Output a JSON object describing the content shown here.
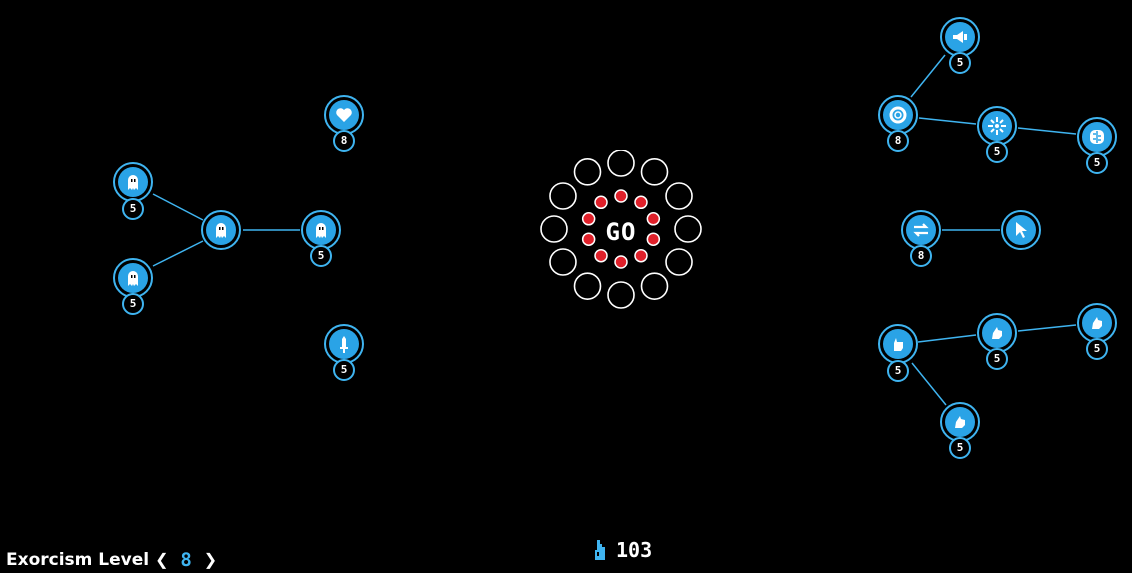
{
  "colors": {
    "accent": "#3fb4f0",
    "node_fill": "#2aa3e6",
    "background": "#000000",
    "slot_red": "#e0202a"
  },
  "go_button": {
    "label": "GO",
    "outer_slots": 12,
    "inner_slots": 10
  },
  "footer": {
    "level_label": "Exorcism Level",
    "prev_arrow": "❮",
    "level_value": "8",
    "next_arrow": "❯"
  },
  "currency": {
    "icon": "water-drop-icon",
    "amount": "103"
  },
  "skill_nodes": [
    {
      "id": "ghost-left-top",
      "icon": "ghost-icon",
      "cost": "5"
    },
    {
      "id": "ghost-left-bottom",
      "icon": "ghost-icon",
      "cost": "5"
    },
    {
      "id": "ghost-center",
      "icon": "ghost-icon",
      "cost": ""
    },
    {
      "id": "ghost-right",
      "icon": "ghost-icon",
      "cost": "5"
    },
    {
      "id": "heart",
      "icon": "heart-icon",
      "cost": "8"
    },
    {
      "id": "dagger",
      "icon": "dagger-icon",
      "cost": "5"
    },
    {
      "id": "megaphone",
      "icon": "megaphone-icon",
      "cost": "5"
    },
    {
      "id": "ring",
      "icon": "ring-icon",
      "cost": "8"
    },
    {
      "id": "burst",
      "icon": "burst-icon",
      "cost": "5"
    },
    {
      "id": "brain",
      "icon": "brain-icon",
      "cost": "5"
    },
    {
      "id": "swap",
      "icon": "swap-arrows-icon",
      "cost": "8"
    },
    {
      "id": "cursor",
      "icon": "cursor-icon",
      "cost": ""
    },
    {
      "id": "hand-left",
      "icon": "hand-icon",
      "cost": "5"
    },
    {
      "id": "hand-mid",
      "icon": "hand-icon",
      "cost": "5"
    },
    {
      "id": "hand-right",
      "icon": "hand-icon",
      "cost": "5"
    },
    {
      "id": "hand-bottom",
      "icon": "hand-icon",
      "cost": "5"
    }
  ]
}
